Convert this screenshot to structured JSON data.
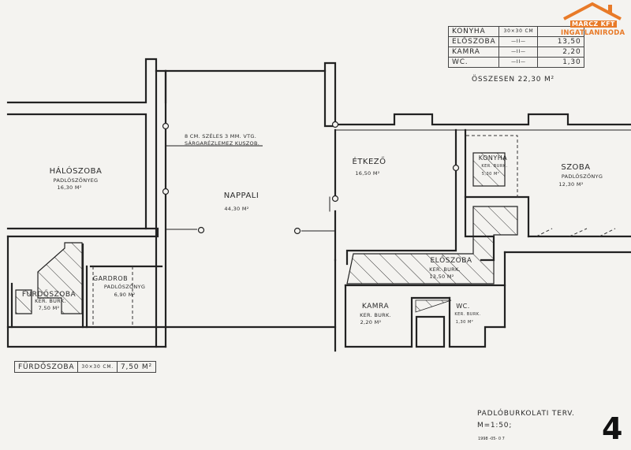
{
  "spec_table": {
    "rows": [
      {
        "name": "KONYHA",
        "tile": "30×30 CM",
        "area": ""
      },
      {
        "name": "ELŐSZOBA",
        "tile": "—II—",
        "area": "13,50"
      },
      {
        "name": "KAMRA",
        "tile": "—II—",
        "area": "2,20"
      },
      {
        "name": "WC.",
        "tile": "—II—",
        "area": "1,30"
      }
    ],
    "total": "ÖSSZESEN 22,30 M²"
  },
  "logo": {
    "line1": "MÁRCZ KFT",
    "line2": "INGATLANIRODA",
    "color": "#e87a28"
  },
  "rooms": {
    "haloszoba": {
      "name": "HÁLÓSZOBA",
      "floor": "PADLÓSZŐNYEG",
      "area": "16,30 M²"
    },
    "nappali": {
      "name": "NAPPALI",
      "area": "44,30 M²"
    },
    "etkezo": {
      "name": "ÉTKEZŐ",
      "area": "16,50 M²"
    },
    "konyha": {
      "name": "KONYHA",
      "floor": "KER. BURK.",
      "area": "5,30 M²"
    },
    "szoba": {
      "name": "SZOBA",
      "floor": "PADLÓSZŐNYG",
      "area": "12,30 M²"
    },
    "eloszoba": {
      "name": "ELŐSZOBA",
      "floor": "KER. BURK.",
      "area": "13,50 M²"
    },
    "furdoszoba": {
      "name": "FÜRDŐSZOBA",
      "floor": "KER. BURK.",
      "area": "7,50 M²"
    },
    "gardrob": {
      "name": "GARDROB",
      "floor": "PADLÓSZŐNYG",
      "area": "6,90 M²"
    },
    "kamra": {
      "name": "KAMRA",
      "floor": "KER. BURK.",
      "area": "2,20 M²"
    },
    "wc": {
      "name": "WC.",
      "floor": "KER. BURK.",
      "area": "1,30 M²"
    }
  },
  "note": {
    "line1": "8 CM. SZÉLES 3 MM. VTG.",
    "line2": "SÁRGARÉZLEMEZ KUSZOB."
  },
  "bath_table": {
    "name": "FÜRDŐSZOBA",
    "tile": "30×30 CM.",
    "area": "7,50 M²"
  },
  "title_block": {
    "title": "PADLÓBURKOLATI TERV.",
    "scale": "M=1:50;",
    "date": "1998 -05- 0 7",
    "page": "4"
  }
}
